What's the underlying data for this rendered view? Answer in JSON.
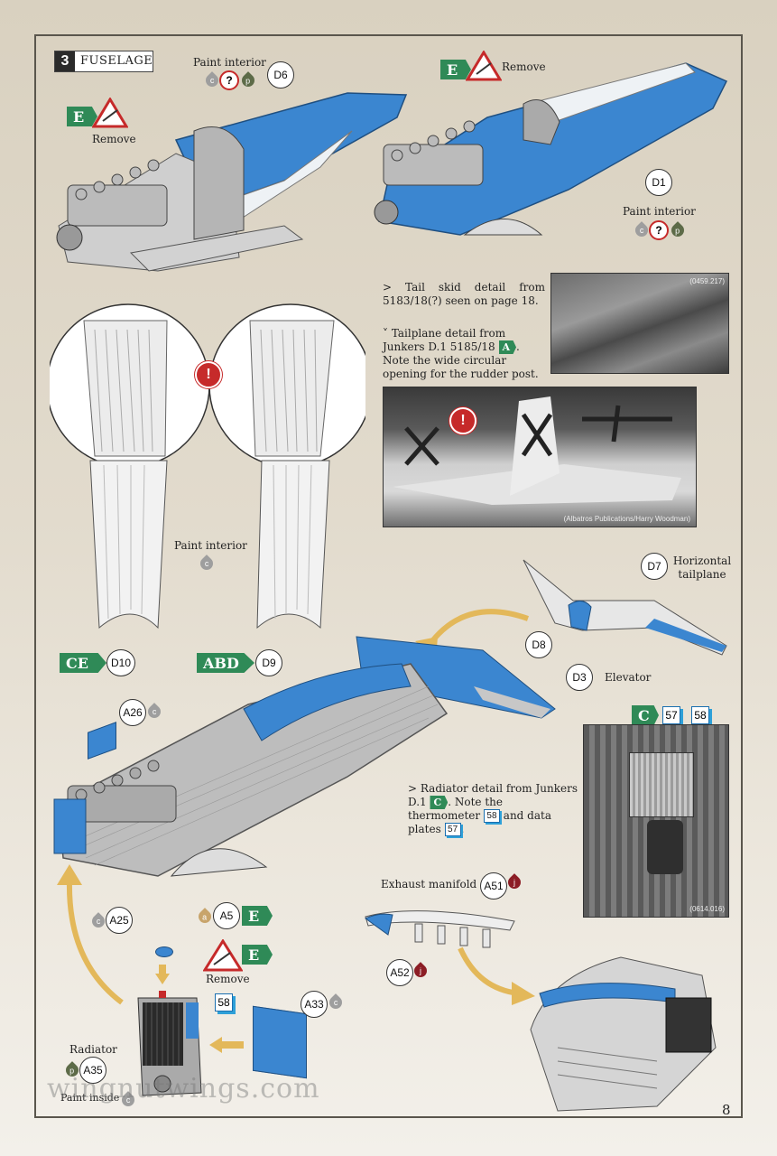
{
  "step": {
    "number": "3",
    "title": "FUSELAGE"
  },
  "labels": {
    "paint_interior": "Paint interior",
    "remove": "Remove",
    "tail_skid_text": "> Tail skid detail from 5183/18(?) seen on page 18.",
    "tailplane_text_a": "˅ Tailplane detail from Junkers D.1 5185/18",
    "tailplane_text_b": ". Note the wide circular opening for the rudder post.",
    "photo1_code": "(0459.217)",
    "photo2_credit": "(Albatros Publications/Harry Woodman)",
    "horizontal_tailplane": "Horizontal tailplane",
    "elevator": "Elevator",
    "radiator_text_a": "> Radiator detail from Junkers D.1",
    "radiator_text_b": ". Note the thermometer",
    "radiator_text_c": "and data plates",
    "photo3_code": "(0614.016)",
    "exhaust_manifold": "Exhaust manifold",
    "radiator": "Radiator",
    "paint_inside": "Paint inside",
    "watermark": "wingnutwings.com",
    "page_number": "8"
  },
  "parts": {
    "d6": "D6",
    "d1": "D1",
    "d10": "D10",
    "d9": "D9",
    "d7": "D7",
    "d8": "D8",
    "d3": "D3",
    "a26": "A26",
    "a25": "A25",
    "a5": "A5",
    "a33": "A33",
    "a35": "A35",
    "a51": "A51",
    "a52": "A52",
    "p57": "57",
    "p58": "58"
  },
  "tags": {
    "e": "E",
    "a": "A",
    "c": "C",
    "ce": "CE",
    "abd": "ABD"
  },
  "colors": {
    "c": "c",
    "q": "?",
    "p": "p",
    "a": "a",
    "j": "j"
  },
  "palette": {
    "green_tag": "#2f8a57",
    "blue_part": "#3b86d0",
    "grey_paint": "#9e9e9e",
    "olive_paint": "#5d6b48",
    "maroon_paint": "#8c1d25"
  }
}
